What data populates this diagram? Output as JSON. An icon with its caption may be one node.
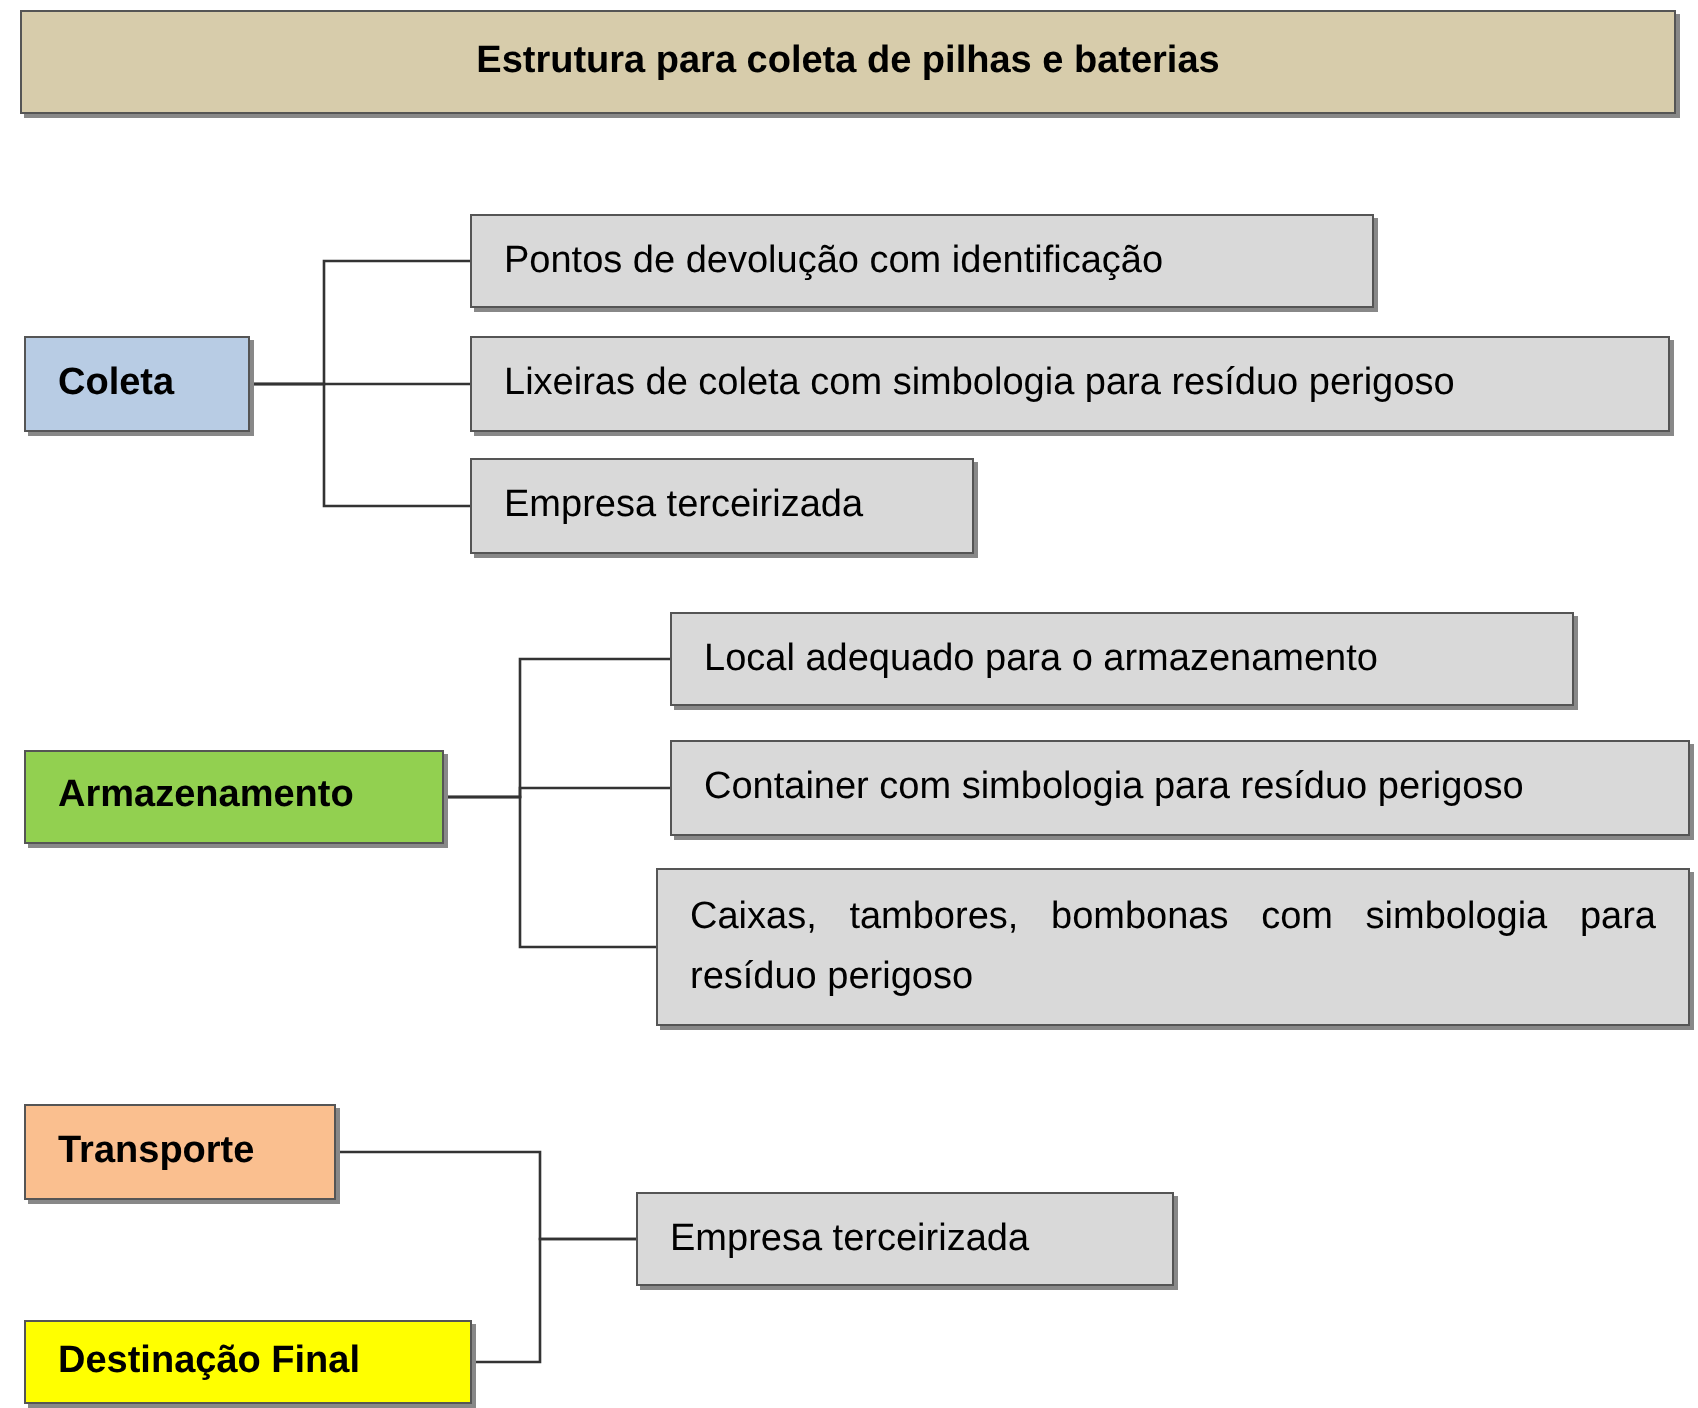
{
  "diagram": {
    "title": "Estrutura para coleta de pilhas e baterias",
    "nodes": [
      {
        "text": [
          "Coleta"
        ]
      },
      {
        "text": [
          "Pontos de devolução com identificação"
        ]
      },
      {
        "text": [
          "Lixeiras de coleta com simbologia para resíduo perigoso"
        ]
      },
      {
        "text": [
          "Empresa terceirizada"
        ]
      },
      {
        "text": [
          "Armazenamento"
        ]
      },
      {
        "text": [
          "Local adequado para o armazenamento"
        ]
      },
      {
        "text": [
          "Container com simbologia para resíduo perigoso"
        ]
      },
      {
        "text": [
          "Caixas, tambores, bombonas com simbologia para resíduo perigoso"
        ]
      },
      {
        "text": [
          "Transporte"
        ]
      },
      {
        "text": [
          "Destinação Final"
        ]
      },
      {
        "text": [
          "Empresa terceirizada"
        ]
      }
    ],
    "edges": [
      {
        "from": 0,
        "to": 1,
        "arrow": "none"
      },
      {
        "from": 0,
        "to": 2,
        "arrow": "none"
      },
      {
        "from": 0,
        "to": 3,
        "arrow": "none"
      },
      {
        "from": 4,
        "to": 5,
        "arrow": "none"
      },
      {
        "from": 4,
        "to": 6,
        "arrow": "none"
      },
      {
        "from": 4,
        "to": 7,
        "arrow": "none"
      },
      {
        "from": 8,
        "to": 10,
        "arrow": "none"
      },
      {
        "from": 9,
        "to": 10,
        "arrow": "none"
      }
    ]
  }
}
